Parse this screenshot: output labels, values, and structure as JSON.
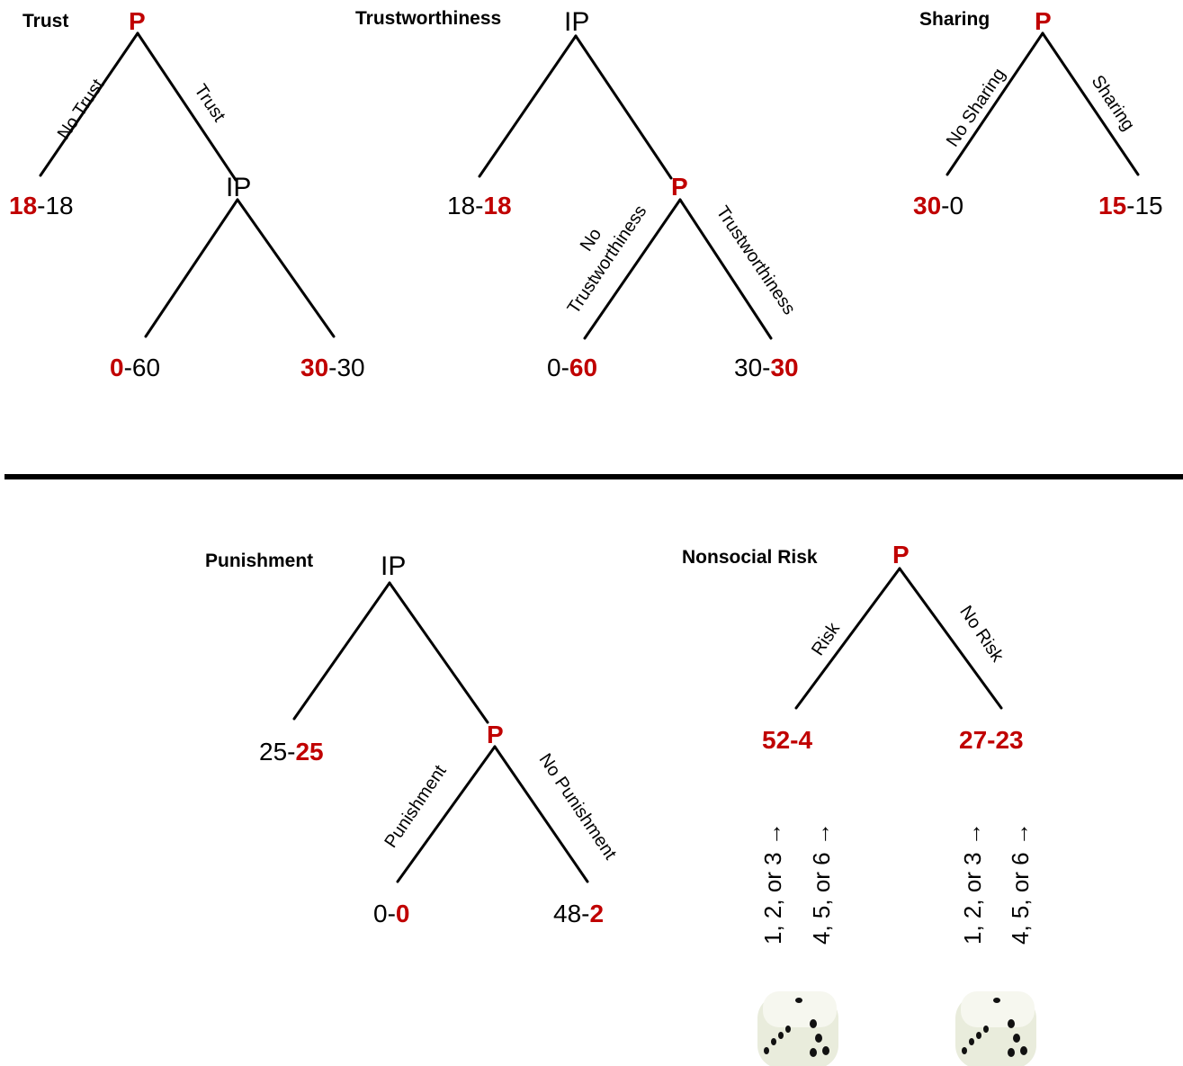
{
  "games": {
    "trust": {
      "title": "Trust",
      "root": "P",
      "left_edge": "No Trust",
      "right_edge": "Trust",
      "sub_node": "IP",
      "payoff_left_a": "18",
      "payoff_left_b": "18",
      "payoff_ll_a": "0",
      "payoff_ll_b": "60",
      "payoff_lr_a": "30",
      "payoff_lr_b": "30"
    },
    "trustworthiness": {
      "title": "Trustworthiness",
      "root": "IP",
      "sub_node": "P",
      "left_edge_line1": "No",
      "left_edge_line2": "Trustworthiness",
      "right_edge": "Trustworthiness",
      "payoff_left_a": "18",
      "payoff_left_b": "18",
      "payoff_ll_a": "0",
      "payoff_ll_b": "60",
      "payoff_lr_a": "30",
      "payoff_lr_b": "30"
    },
    "sharing": {
      "title": "Sharing",
      "root": "P",
      "left_edge": "No Sharing",
      "right_edge": "Sharing",
      "payoff_left_a": "30",
      "payoff_left_b": "0",
      "payoff_right_a": "15",
      "payoff_right_b": "15"
    },
    "punishment": {
      "title": "Punishment",
      "root": "IP",
      "sub_node": "P",
      "left_edge": "Punishment",
      "right_edge": "No Punishment",
      "payoff_left_a": "25",
      "payoff_left_b": "25",
      "payoff_ll_a": "0",
      "payoff_ll_b": "0",
      "payoff_lr_a": "48",
      "payoff_lr_b": "2"
    },
    "nonsocial_risk": {
      "title": "Nonsocial Risk",
      "root": "P",
      "left_edge": "Risk",
      "right_edge": "No Risk",
      "payoff_left_a": "52",
      "payoff_left_b": "4",
      "payoff_right_a": "27",
      "payoff_right_b": "23",
      "dice_low": "1, 2, or 3 →",
      "dice_high": "4, 5, or 6 →"
    }
  },
  "separator": "-",
  "colors": {
    "player": "#c00000",
    "text": "#000000"
  }
}
